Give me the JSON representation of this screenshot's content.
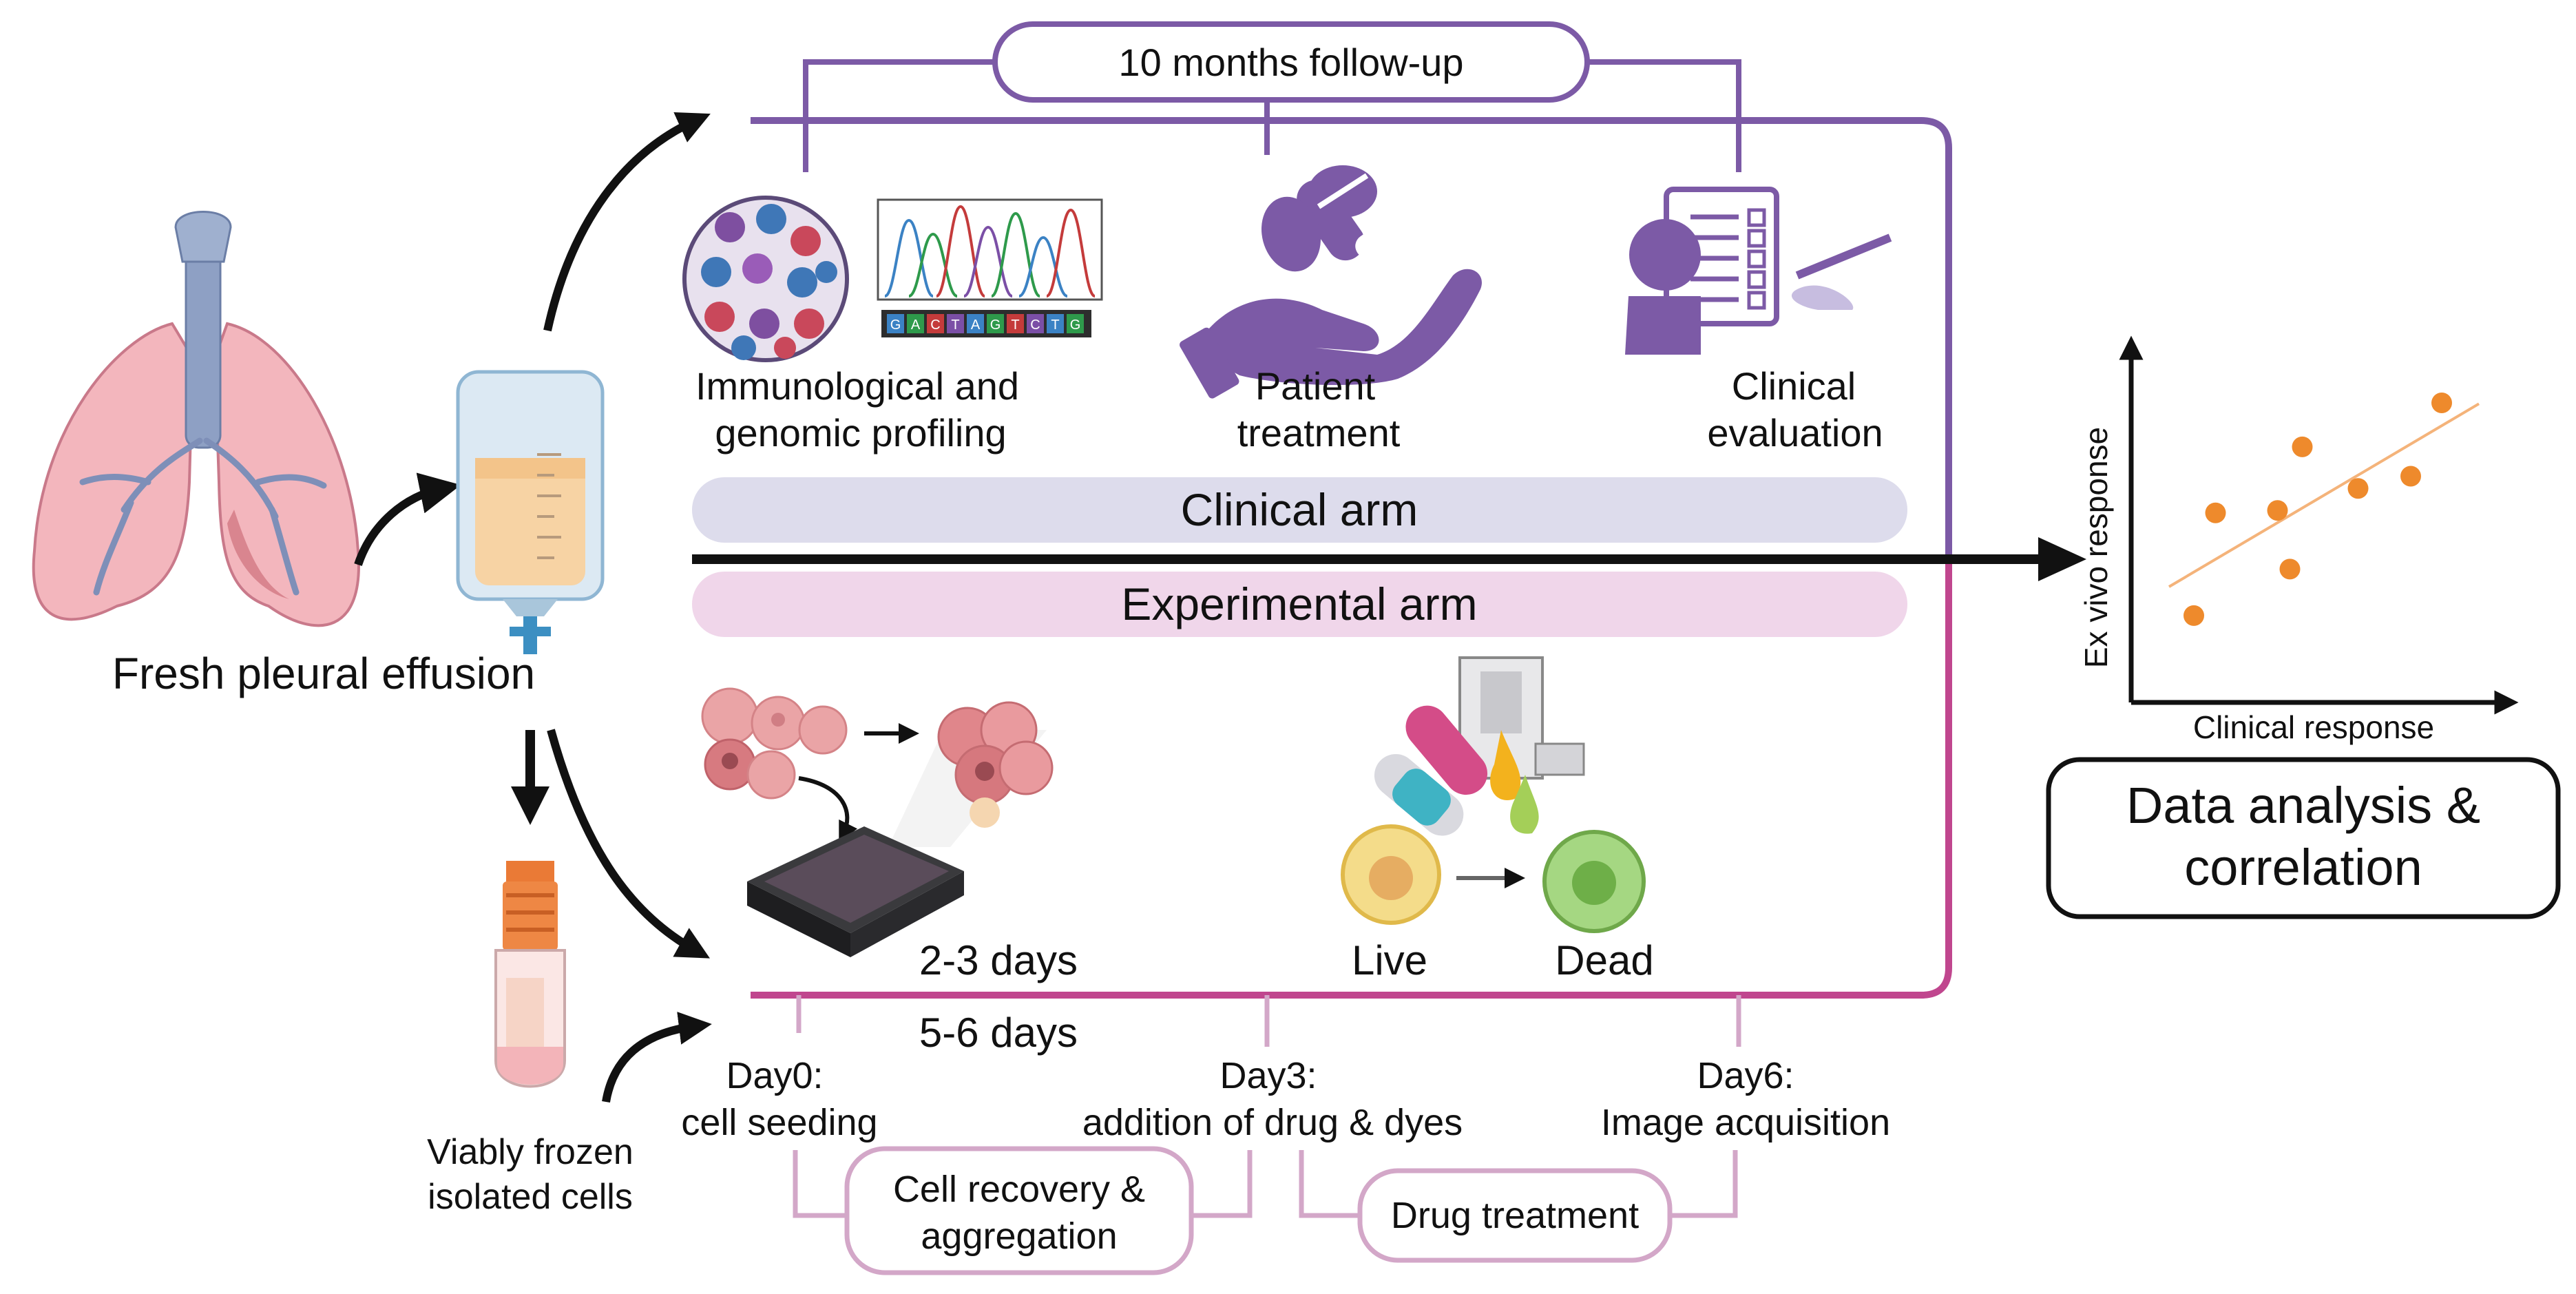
{
  "colors": {
    "clinical": "#7c5aa6",
    "experimental": "#c0468e",
    "timeline": "#d3a7c8",
    "clinical_band": "#dddcec",
    "experimental_band": "#f0d6ea",
    "dots": "#ee8a2c",
    "arrow": "#111111"
  },
  "source": {
    "title": "Fresh pleural effusion",
    "frozen_label_1": "Viably frozen",
    "frozen_label_2": "isolated cells"
  },
  "clinical": {
    "followup": "10 months follow-up",
    "profiling_1": "Immunological and",
    "profiling_2": "genomic profiling",
    "treatment_1": "Patient",
    "treatment_2": "treatment",
    "evaluation_1": "Clinical",
    "evaluation_2": "evaluation",
    "arm_label": "Clinical arm",
    "dna_bases": [
      "G",
      "A",
      "C",
      "T",
      "A",
      "G",
      "T",
      "C",
      "T",
      "G"
    ]
  },
  "experimental": {
    "arm_label": "Experimental arm",
    "duration_1": "2-3 days",
    "duration_2": "5-6 days",
    "live": "Live",
    "dead": "Dead"
  },
  "timeline": {
    "day0_title": "Day0:",
    "day0_desc": "cell seeding",
    "day3_title": "Day3:",
    "day3_desc": "addition of drug & dyes",
    "day6_title": "Day6:",
    "day6_desc": "Image acquisition",
    "phase1_line1": "Cell recovery &",
    "phase1_line2": "aggregation",
    "phase2": "Drug treatment"
  },
  "chart_data": {
    "type": "scatter",
    "xlabel": "Clinical response",
    "ylabel": "Ex vivo response",
    "points": [
      [
        0.08,
        0.13
      ],
      [
        0.15,
        0.55
      ],
      [
        0.35,
        0.56
      ],
      [
        0.39,
        0.32
      ],
      [
        0.43,
        0.82
      ],
      [
        0.61,
        0.65
      ],
      [
        0.78,
        0.7
      ],
      [
        0.88,
        1.0
      ]
    ],
    "trendline": true
  },
  "result": {
    "line1": "Data analysis &",
    "line2": "correlation"
  }
}
